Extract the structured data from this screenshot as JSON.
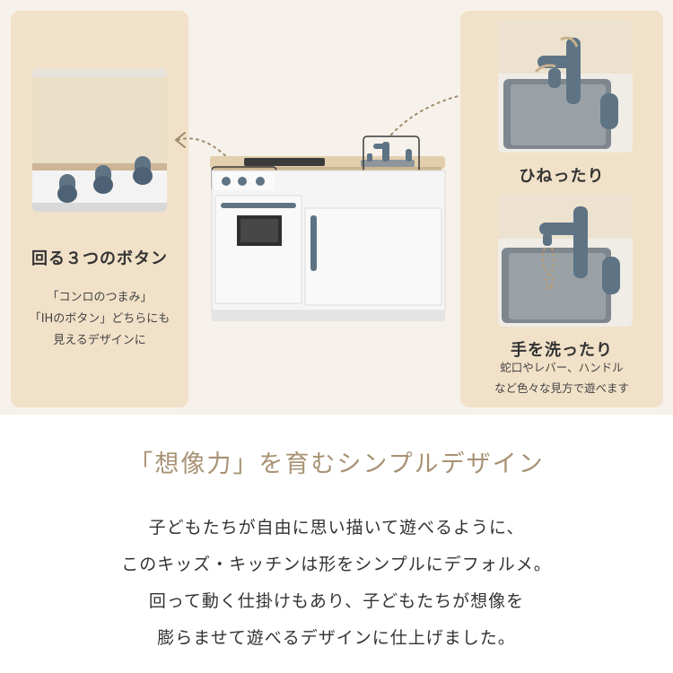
{
  "left_card": {
    "title": "回る３つのボタン",
    "lines": [
      "「コンロのつまみ」",
      "「IHのボタン」どちらにも",
      "見えるデザインに"
    ]
  },
  "right_card": {
    "top_caption": "ひねったり",
    "bottom_caption": "手を洗ったり",
    "lines": [
      "蛇口やレバー、ハンドル",
      "など色々な見方で遊べます"
    ]
  },
  "headline": "「想像力」を育むシンプルデザイン",
  "body_lines": [
    "子どもたちが自由に思い描いて遊べるように、",
    "このキッズ・キッチンは形をシンプルにデフォルメ。",
    "回って動く仕掛けもあり、子どもたちが想像を",
    "膨らませて遊べるデザインに仕上げました。"
  ],
  "colors": {
    "card_bg": "#f1e1c8",
    "panel_bg": "#f6f1ea",
    "accent_blue_gray": "#5e7485",
    "headline": "#a89274"
  }
}
